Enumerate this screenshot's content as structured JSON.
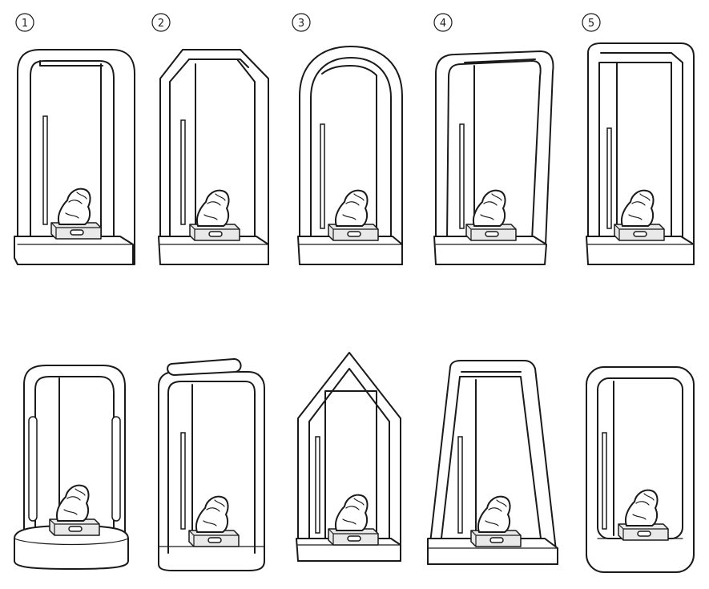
{
  "figure": {
    "labels": [
      "1",
      "2",
      "3",
      "4",
      "5"
    ]
  },
  "style": {
    "ink": "#1a1a1a",
    "paper": "#ffffff",
    "shade": "#e9e9e9"
  },
  "rows": [
    {
      "name": "top-row",
      "items": [
        {
          "shape": "rounded-top-arch",
          "label_index": 0
        },
        {
          "shape": "chamfered-top",
          "label_index": 1
        },
        {
          "shape": "round-arch",
          "label_index": 2
        },
        {
          "shape": "leaning-rounded",
          "label_index": 3
        },
        {
          "shape": "flat-rectangular",
          "label_index": 4
        }
      ]
    },
    {
      "name": "bottom-row",
      "items": [
        {
          "shape": "open-cage-round-base"
        },
        {
          "shape": "lantern-handle"
        },
        {
          "shape": "pointed-gable"
        },
        {
          "shape": "tapered-trapezoid"
        },
        {
          "shape": "rounded-rect-frame"
        }
      ]
    }
  ]
}
